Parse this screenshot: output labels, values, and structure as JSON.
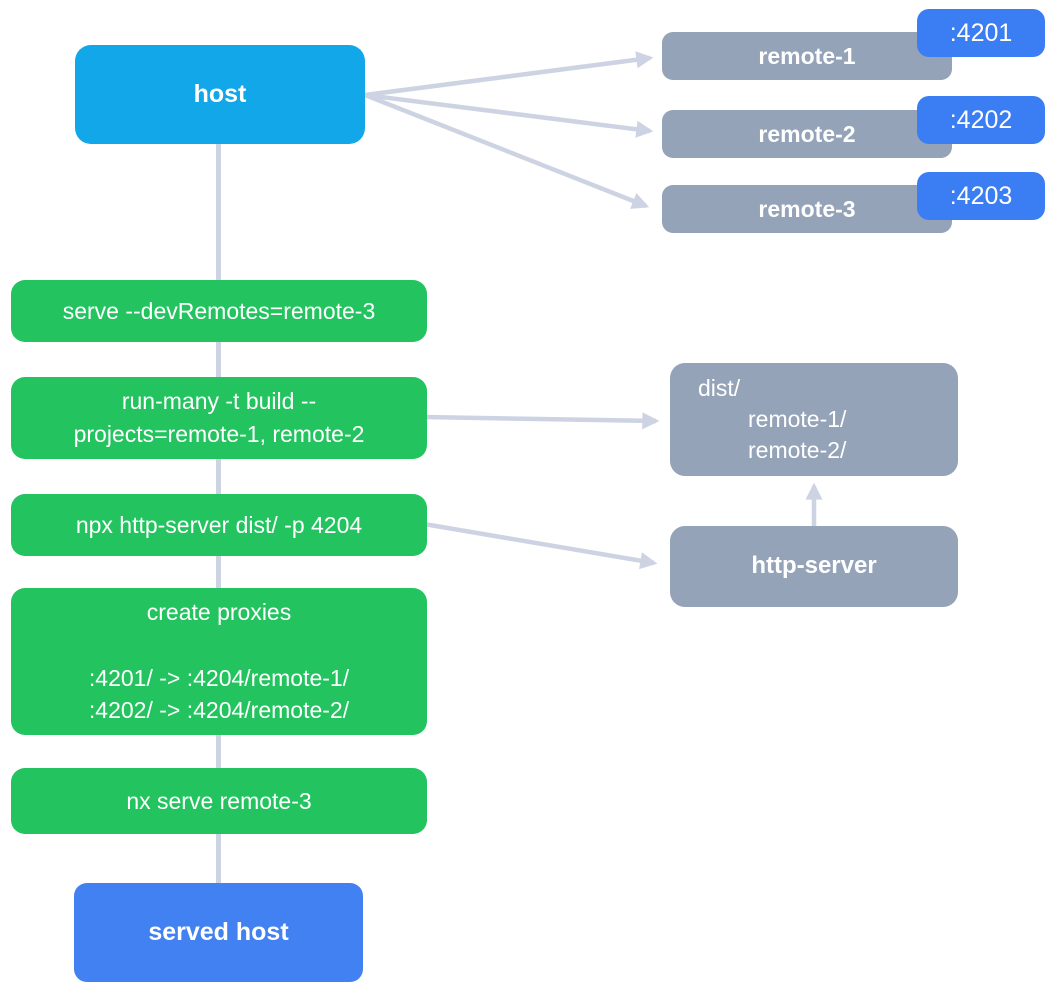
{
  "colors": {
    "host_bg": "#12A7E8",
    "remote_bg": "#94A3B8",
    "badge_bg": "#3B7DF3",
    "step_bg": "#23C45F",
    "served_host_bg": "#4181F2",
    "connector": "#CDD3E2",
    "text": "#FFFFFF"
  },
  "host": {
    "label": "host"
  },
  "remotes": [
    {
      "label": "remote-1",
      "port": ":4201"
    },
    {
      "label": "remote-2",
      "port": ":4202"
    },
    {
      "label": "remote-3",
      "port": ":4203"
    }
  ],
  "steps": [
    {
      "lines": [
        "serve --devRemotes=remote-3"
      ]
    },
    {
      "lines": [
        "run-many -t build --",
        "projects=remote-1, remote-2"
      ]
    },
    {
      "lines": [
        "npx http-server dist/ -p 4204"
      ]
    },
    {
      "lines": [
        "create proxies",
        "",
        ":4201/ -> :4204/remote-1/",
        ":4202/ -> :4204/remote-2/"
      ]
    },
    {
      "lines": [
        "nx serve remote-3"
      ]
    }
  ],
  "dist": {
    "lines": [
      "dist/",
      "remote-1/",
      "remote-2/"
    ]
  },
  "http_server": {
    "label": "http-server"
  },
  "served_host": {
    "label": "served host"
  }
}
